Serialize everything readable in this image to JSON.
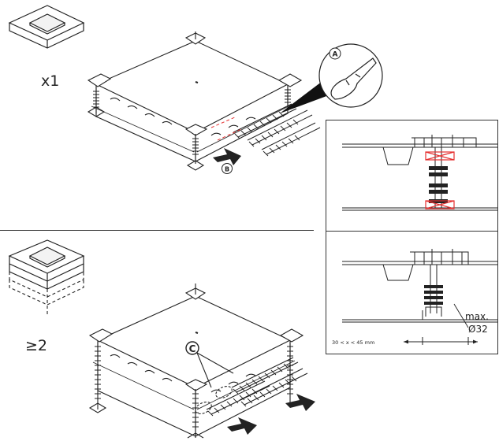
{
  "top": {
    "quantity": "x1",
    "callout_a": "A",
    "callout_b": "B"
  },
  "bottom": {
    "quantity": "≥2",
    "callout_c": "C"
  },
  "detail": {
    "dimension_label": "30 < x < 45 mm",
    "max_label": "max.",
    "diameter_label": "Ø32"
  },
  "colors": {
    "line": "#222222",
    "highlight": "#e53030"
  }
}
